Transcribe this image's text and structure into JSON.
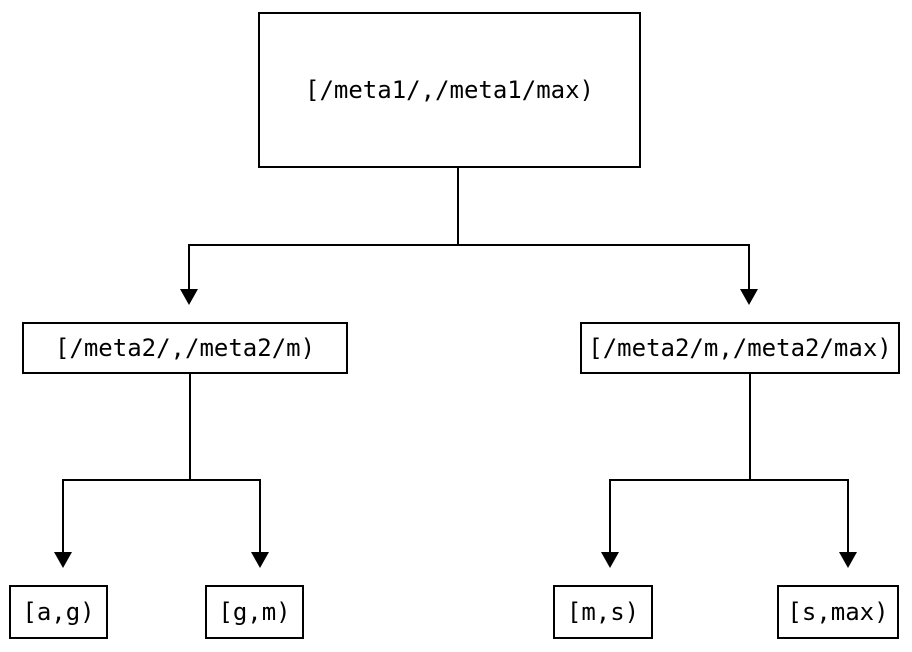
{
  "diagram": {
    "type": "tree",
    "title": "",
    "nodes": {
      "root": {
        "label": "[/meta1/,/meta1/max)"
      },
      "meta2_lower": {
        "label": "[/meta2/,/meta2/m)"
      },
      "meta2_upper": {
        "label": "[/meta2/m,/meta2/max)"
      },
      "leaf_ag": {
        "label": "[a,g)"
      },
      "leaf_gm": {
        "label": "[g,m)"
      },
      "leaf_ms": {
        "label": "[m,s)"
      },
      "leaf_smax": {
        "label": "[s,max)"
      }
    },
    "edges": [
      {
        "from": "root",
        "to": "meta2_lower"
      },
      {
        "from": "root",
        "to": "meta2_upper"
      },
      {
        "from": "meta2_lower",
        "to": "leaf_ag"
      },
      {
        "from": "meta2_lower",
        "to": "leaf_gm"
      },
      {
        "from": "meta2_upper",
        "to": "leaf_ms"
      },
      {
        "from": "meta2_upper",
        "to": "leaf_smax"
      }
    ],
    "colors": {
      "background": "#ffffff",
      "stroke": "#000000",
      "text": "#000000"
    }
  }
}
